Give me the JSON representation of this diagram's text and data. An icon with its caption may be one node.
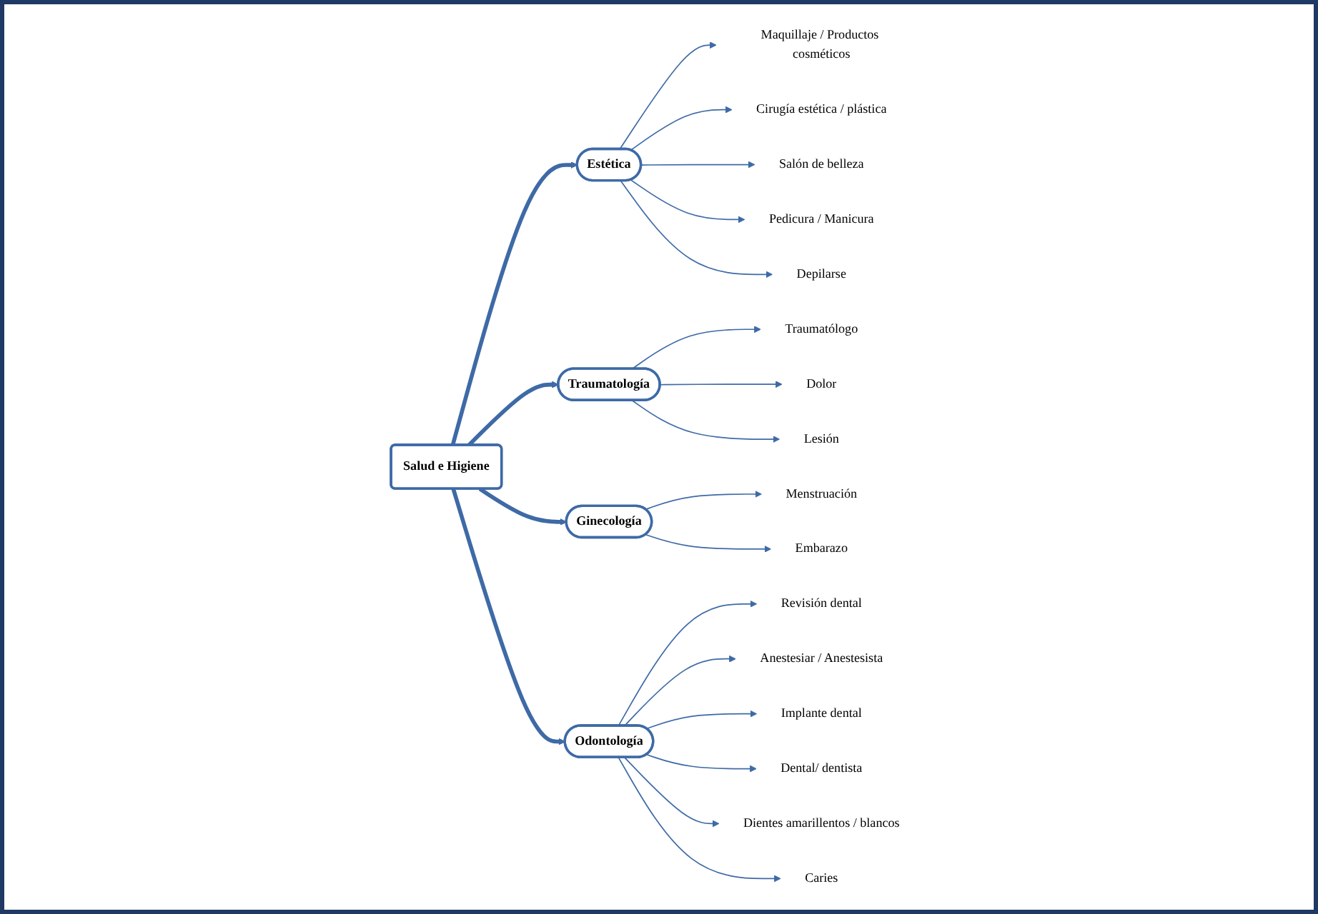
{
  "diagram": {
    "nodes": [
      {
        "text": [
          "Salud e Higiene"
        ]
      },
      {
        "text": [
          "Estética"
        ]
      },
      {
        "text": [
          "Traumatología"
        ]
      },
      {
        "text": [
          "Ginecología"
        ]
      },
      {
        "text": [
          "Odontología"
        ]
      },
      {
        "text": [
          "Maquillaje / Productos cosméticos"
        ]
      },
      {
        "text": [
          "Cirugía estética / plástica"
        ]
      },
      {
        "text": [
          "Salón de belleza"
        ]
      },
      {
        "text": [
          "Pedicura / Manicura"
        ]
      },
      {
        "text": [
          "Depilarse"
        ]
      },
      {
        "text": [
          "Traumatólogo"
        ]
      },
      {
        "text": [
          "Menstruación"
        ]
      },
      {
        "text": [
          "Embarazo"
        ]
      },
      {
        "text": [
          "Dolor"
        ]
      },
      {
        "text": [
          "Lesión"
        ]
      },
      {
        "text": [
          "Revisión dental"
        ]
      },
      {
        "text": [
          "Anestesiar / Anestesista"
        ]
      },
      {
        "text": [
          "Implante dental"
        ]
      },
      {
        "text": [
          "Dental/ dentista"
        ]
      },
      {
        "text": [
          "Dientes amarillentos / blancos"
        ]
      },
      {
        "text": [
          "Caries"
        ]
      }
    ],
    "edges": [
      {
        "from": 0,
        "to": 1,
        "arrow": "to",
        "style": "thick"
      },
      {
        "from": 0,
        "to": 2,
        "arrow": "to",
        "style": "thick"
      },
      {
        "from": 0,
        "to": 3,
        "arrow": "to",
        "style": "thick"
      },
      {
        "from": 0,
        "to": 4,
        "arrow": "to",
        "style": "thick"
      },
      {
        "from": 1,
        "to": 5,
        "arrow": "to"
      },
      {
        "from": 1,
        "to": 6,
        "arrow": "to"
      },
      {
        "from": 1,
        "to": 7,
        "arrow": "to"
      },
      {
        "from": 1,
        "to": 8,
        "arrow": "to"
      },
      {
        "from": 1,
        "to": 9,
        "arrow": "to"
      },
      {
        "from": 2,
        "to": 10,
        "arrow": "to"
      },
      {
        "from": 3,
        "to": 11,
        "arrow": "to"
      },
      {
        "from": 3,
        "to": 12,
        "arrow": "to"
      },
      {
        "from": 2,
        "to": 13,
        "arrow": "to"
      },
      {
        "from": 2,
        "to": 14,
        "arrow": "to"
      },
      {
        "from": 4,
        "to": 15,
        "arrow": "to"
      },
      {
        "from": 4,
        "to": 16,
        "arrow": "to"
      },
      {
        "from": 4,
        "to": 17,
        "arrow": "to"
      },
      {
        "from": 4,
        "to": 18,
        "arrow": "to"
      },
      {
        "from": 4,
        "to": 19,
        "arrow": "to"
      },
      {
        "from": 4,
        "to": 20,
        "arrow": "to"
      }
    ]
  }
}
